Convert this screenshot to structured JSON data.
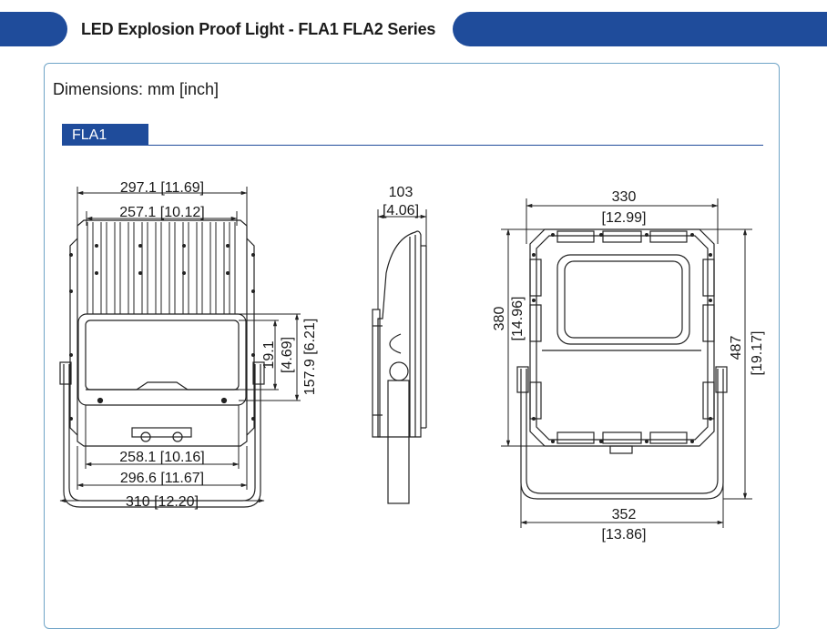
{
  "header": {
    "title": "LED Explosion Proof Light - FLA1 FLA2 Series"
  },
  "panel": {
    "dimensions_label": "Dimensions: mm [inch]",
    "section_tab": "FLA1"
  },
  "front_view": {
    "overall_top": "297.1 [11.69]",
    "inner_top": "257.1 [10.12]",
    "lens_height": "19.1",
    "lens_height_inch": "[4.69]",
    "mount_height": "157.9 [6.21]",
    "lens_width": "258.1 [10.16]",
    "body_width": "296.6 [11.67]",
    "bracket_width": "310 [12.20]"
  },
  "side_view": {
    "depth_mm": "103",
    "depth_in": "[4.06]"
  },
  "back_view": {
    "width_mm": "330",
    "width_in": "[12.99]",
    "height_mm": "380",
    "height_in": "[14.96]",
    "total_height_mm": "487",
    "total_height_in": "[19.17]",
    "bracket_mm": "352",
    "bracket_in": "[13.86]"
  }
}
